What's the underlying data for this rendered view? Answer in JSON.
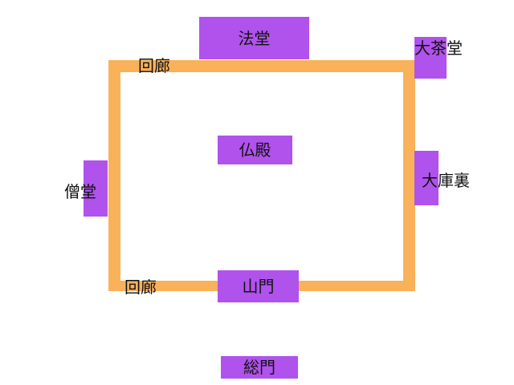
{
  "colors": {
    "background": "#ffffff",
    "corridor": "#f9b15a",
    "building": "#b052ec",
    "text": "#111111"
  },
  "buildings": {
    "hatto": "法堂",
    "butsuden": "仏殿",
    "sanmon": "山門",
    "somon": "総門",
    "sodo": "僧堂",
    "daichado": "大茶堂",
    "daikuri": "大庫裏"
  },
  "corridor": {
    "label_top": "回廊",
    "label_bottom": "回廊"
  }
}
